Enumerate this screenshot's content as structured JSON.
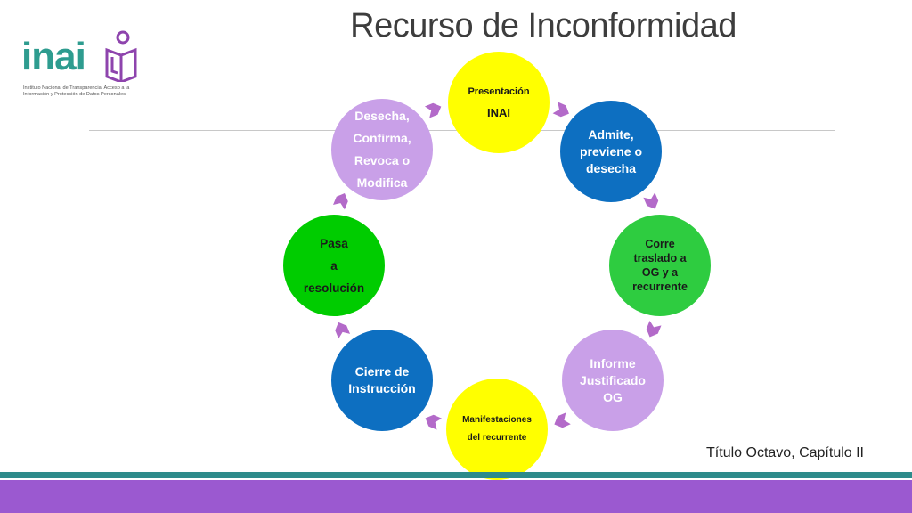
{
  "header": {
    "title": "Recurso de Inconformidad",
    "logo": {
      "word": "inai",
      "subtitle": "Instituto Nacional de Transparencia, Acceso a la Información y Protección de Datos Personales",
      "icon": "person-book-icon"
    }
  },
  "cycle": {
    "nodes": [
      {
        "lines": [
          "Presentación",
          "INAI"
        ],
        "color": "#ffff00",
        "text_color": "#1a1a1a"
      },
      {
        "lines": [
          "Admite,",
          "previene o",
          "desecha"
        ],
        "color": "#0d6fc1",
        "text_color": "#ffffff"
      },
      {
        "lines": [
          "Corre",
          "traslado a",
          "OG y a",
          "recurrente"
        ],
        "color": "#2ecc40",
        "text_color": "#1a1a1a"
      },
      {
        "lines": [
          "Informe",
          "Justificado",
          "OG"
        ],
        "color": "#c9a0e8",
        "text_color": "#ffffff"
      },
      {
        "lines": [
          "Manifestaciones",
          "del recurrente"
        ],
        "color": "#ffff00",
        "text_color": "#1a1a1a"
      },
      {
        "lines": [
          "Cierre de",
          "Instrucción"
        ],
        "color": "#0d6fc1",
        "text_color": "#ffffff"
      },
      {
        "lines": [
          "Pasa",
          "a",
          "resolución"
        ],
        "color": "#00cc00",
        "text_color": "#1a1a1a"
      },
      {
        "lines": [
          "Desecha,",
          "Confirma,",
          "Revoca  o",
          "Modifica"
        ],
        "color": "#c9a0e8",
        "text_color": "#ffffff"
      }
    ],
    "arrow_color": "#b36ac9"
  },
  "footer": {
    "reference": "Título Octavo, Capítulo II",
    "band_teal": "#2e8b8b",
    "band_purple": "#9b59d0"
  }
}
